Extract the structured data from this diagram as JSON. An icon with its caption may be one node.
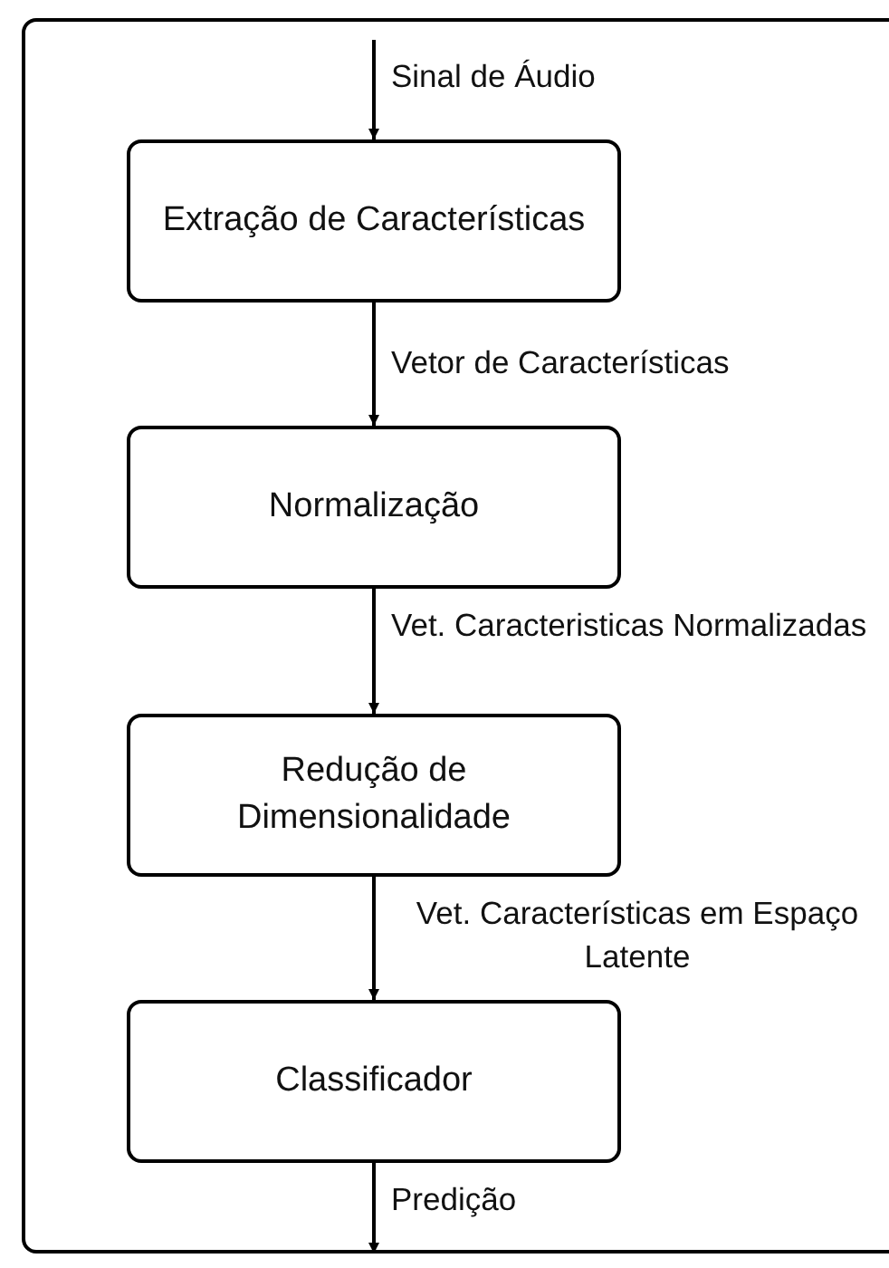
{
  "diagram": {
    "nodes": [
      {
        "text": [
          "Extração de Características"
        ]
      },
      {
        "text": [
          "Normalização"
        ]
      },
      {
        "text": [
          "Redução de Dimensionalidade"
        ]
      },
      {
        "text": [
          "Classificador"
        ]
      }
    ],
    "edges": [
      {
        "from": null,
        "to": 0,
        "arrow": "to",
        "label": "Sinal de Áudio"
      },
      {
        "from": 0,
        "to": 1,
        "arrow": "to",
        "label": "Vetor de Características"
      },
      {
        "from": 1,
        "to": 2,
        "arrow": "to",
        "label": "Vet. Caracteristicas Normalizadas"
      },
      {
        "from": 2,
        "to": 3,
        "arrow": "to",
        "label": "Vet. Características em Espaço Latente"
      },
      {
        "from": 3,
        "to": null,
        "arrow": "to",
        "label": "Predição"
      }
    ]
  }
}
